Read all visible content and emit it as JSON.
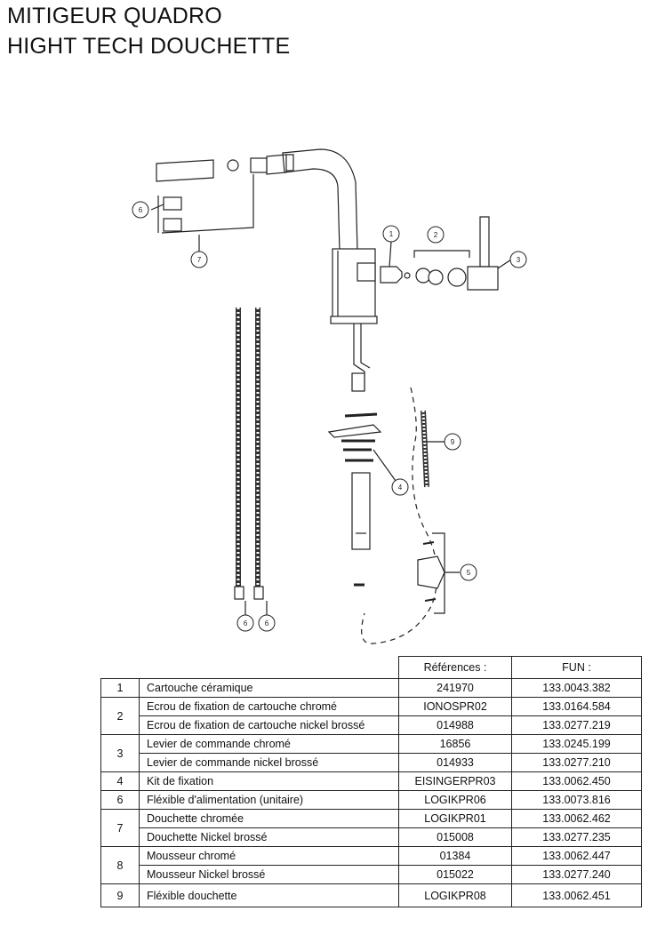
{
  "title": {
    "line1": "MITIGEUR QUADRO",
    "line2": "HIGHT TECH DOUCHETTE"
  },
  "diagram": {
    "callouts": [
      "1",
      "2",
      "3",
      "4",
      "5",
      "6",
      "6",
      "6",
      "7",
      "9"
    ]
  },
  "table": {
    "headers": {
      "ref": "Références :",
      "fun": "FUN :"
    },
    "rows": [
      {
        "num": "1",
        "desc": "Cartouche céramique",
        "ref": "241970",
        "fun": "133.0043.382"
      },
      {
        "num": "2",
        "desc": "Ecrou de fixation de cartouche chromé",
        "ref": "IONOSPR02",
        "fun": "133.0164.584"
      },
      {
        "num": "",
        "desc": "Ecrou de fixation de cartouche nickel brossé",
        "ref": "014988",
        "fun": "133.0277.219"
      },
      {
        "num": "3",
        "desc": "Levier de commande chromé",
        "ref": "16856",
        "fun": "133.0245.199"
      },
      {
        "num": "",
        "desc": "Levier de commande nickel brossé",
        "ref": "014933",
        "fun": "133.0277.210"
      },
      {
        "num": "4",
        "desc": "Kit de fixation",
        "ref": "EISINGERPR03",
        "fun": "133.0062.450"
      },
      {
        "num": "6",
        "desc": "Fléxible d'alimentation (unitaire)",
        "ref": "LOGIKPR06",
        "fun": "133.0073.816"
      },
      {
        "num": "7",
        "desc": "Douchette chromée",
        "ref": "LOGIKPR01",
        "fun": "133.0062.462"
      },
      {
        "num": "",
        "desc": "Douchette Nickel brossé",
        "ref": "015008",
        "fun": "133.0277.235"
      },
      {
        "num": "8",
        "desc": "Mousseur chromé",
        "ref": "01384",
        "fun": "133.0062.447"
      },
      {
        "num": "",
        "desc": "Mousseur Nickel brossé",
        "ref": "015022",
        "fun": "133.0277.240"
      },
      {
        "num": "9",
        "desc": "Fléxible douchette",
        "ref": "LOGIKPR08",
        "fun": "133.0062.451"
      }
    ]
  }
}
